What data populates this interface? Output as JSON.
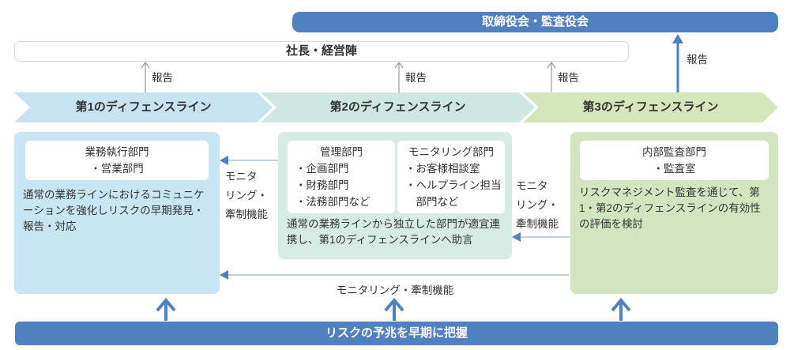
{
  "bars": {
    "board": "取締役会・監査役会",
    "president": "社長・経営陣",
    "bottom": "リスクの予兆を早期に把握"
  },
  "labels": {
    "report": "報告",
    "monitoring_short": [
      "モニタ",
      "リング・",
      "牽制機能"
    ],
    "monitoring_inline": "モニタリング・牽制機能"
  },
  "lines": [
    {
      "chevron": "第1のディフェンスライン",
      "dept": [
        "業務執行部門",
        "・営業部門"
      ],
      "desc": "通常の業務ラインにおけるコミュニケーションを強化しリスクの早期発見・報告・対応"
    },
    {
      "chevron": "第2のディフェンスライン",
      "dept1": [
        "管理部門",
        "・企画部門",
        "・財務部門",
        "・法務部門など"
      ],
      "dept2": [
        "モニタリング部門",
        "・お客様相談室",
        "・ヘルプライン担当",
        "　部門など"
      ],
      "desc": "通常の業務ラインから独立した部門が適宜連携し、第1のディフェンスラインへ助言"
    },
    {
      "chevron": "第3のディフェンスライン",
      "dept": [
        "内部監査部門",
        "・監査室"
      ],
      "desc": "リスクマネジメント監査を通じて、第1・第2のディフェンスラインの有効性の評価を検討"
    }
  ],
  "colors": {
    "accent_blue": "#4f80c0",
    "chevron1": "#c7e2f3",
    "chevron2": "#cee8e1",
    "chevron3": "#d5e6ba",
    "box1": "#c8e5f5",
    "box2": "#d7ebe5",
    "box3": "#d3e4c0",
    "arrow_line_light": "#bed3e9",
    "arrow_line_gray": "#999999",
    "text": "#333333"
  }
}
